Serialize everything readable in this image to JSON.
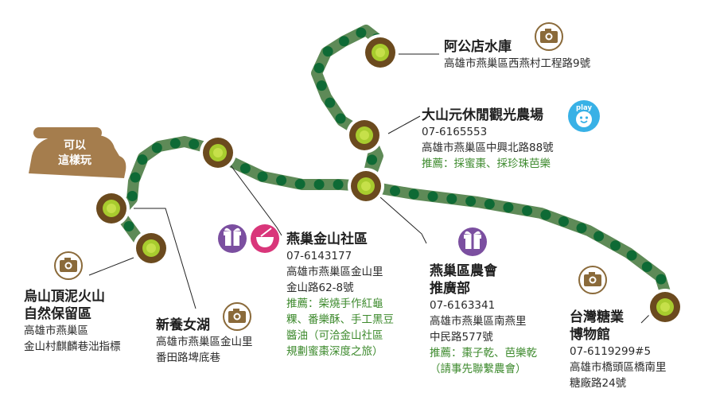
{
  "car_badge": {
    "line1": "可以",
    "line2": "這樣玩"
  },
  "places": [
    {
      "title_lines": [
        "阿公店水庫"
      ],
      "lines": [
        "高雄市燕巢區西燕村工程路9號"
      ],
      "recommend": [],
      "icons": [
        "camera-icon"
      ]
    },
    {
      "title_lines": [
        "大山元休閒觀光農場"
      ],
      "lines": [
        "07-6165553",
        "高雄市燕巢區中興北路88號"
      ],
      "recommend": [
        "推薦：採蜜棗、採珍珠芭樂"
      ],
      "icons": [
        "play-icon"
      ],
      "icon_text": "play"
    },
    {
      "title_lines": [
        "燕巢金山社區"
      ],
      "lines": [
        "07-6143177",
        "高雄市燕巢區金山里",
        "金山路62-8號"
      ],
      "recommend": [
        "推薦：柴燒手作紅龜",
        "粿、番樂酥、手工黑豆",
        "醬油（可洽金山社區",
        "規劃蜜棗深度之旅）"
      ],
      "icons": [
        "gift-icon",
        "bowl-icon"
      ]
    },
    {
      "title_lines": [
        "燕巢區農會",
        "推廣部"
      ],
      "lines": [
        "07-6163341",
        "高雄市燕巢區南燕里",
        "中民路577號"
      ],
      "recommend": [
        "推薦：棗子乾、芭樂乾",
        "（請事先聯繫農會）"
      ],
      "icons": [
        "gift-icon"
      ]
    },
    {
      "title_lines": [
        "台灣糖業",
        "博物館"
      ],
      "lines": [
        "07-6119299#5",
        "高雄市橋頭區橋南里",
        "糖廠路24號"
      ],
      "recommend": [],
      "icons": [
        "camera-icon"
      ]
    },
    {
      "title_lines": [
        "新養女湖"
      ],
      "lines": [
        "高雄市燕巢區金山里",
        "番田路埤底巷"
      ],
      "recommend": [],
      "icons": [
        "camera-icon"
      ]
    },
    {
      "title_lines": [
        "烏山頂泥火山",
        "自然保留區"
      ],
      "lines": [
        "高雄市燕巢區",
        "金山村麒麟巷泏指標"
      ],
      "recommend": [],
      "icons": [
        "camera-icon"
      ]
    }
  ],
  "colors": {
    "route": "#5e8a57",
    "route_dot": "#0e6a35",
    "marker_ring": "#6b4a1e",
    "marker_center": "#a8cc2e",
    "car": "#a57d4d",
    "camera_bg": "#8a6a3a",
    "purple_icon": "#7b4fa0",
    "pink_icon": "#d9367a",
    "play_icon": "#38b1e6",
    "recommend_text": "#3d8a2d"
  }
}
